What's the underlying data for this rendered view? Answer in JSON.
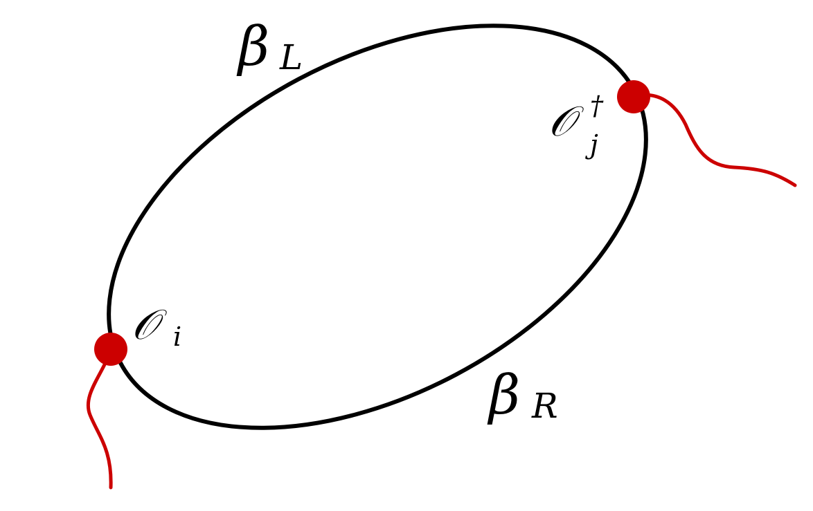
{
  "diagram": {
    "labels": {
      "beta_left": {
        "symbol": "β",
        "subscript": "L"
      },
      "beta_right": {
        "symbol": "β",
        "subscript": "R"
      },
      "operator_i": {
        "symbol": "𝒪",
        "subscript": "i"
      },
      "operator_j": {
        "symbol": "𝒪",
        "subscript": "j",
        "superscript": "†"
      }
    },
    "colors": {
      "loop": "#000000",
      "insertion_point": "#cc0000",
      "tail": "#cc0000"
    }
  }
}
